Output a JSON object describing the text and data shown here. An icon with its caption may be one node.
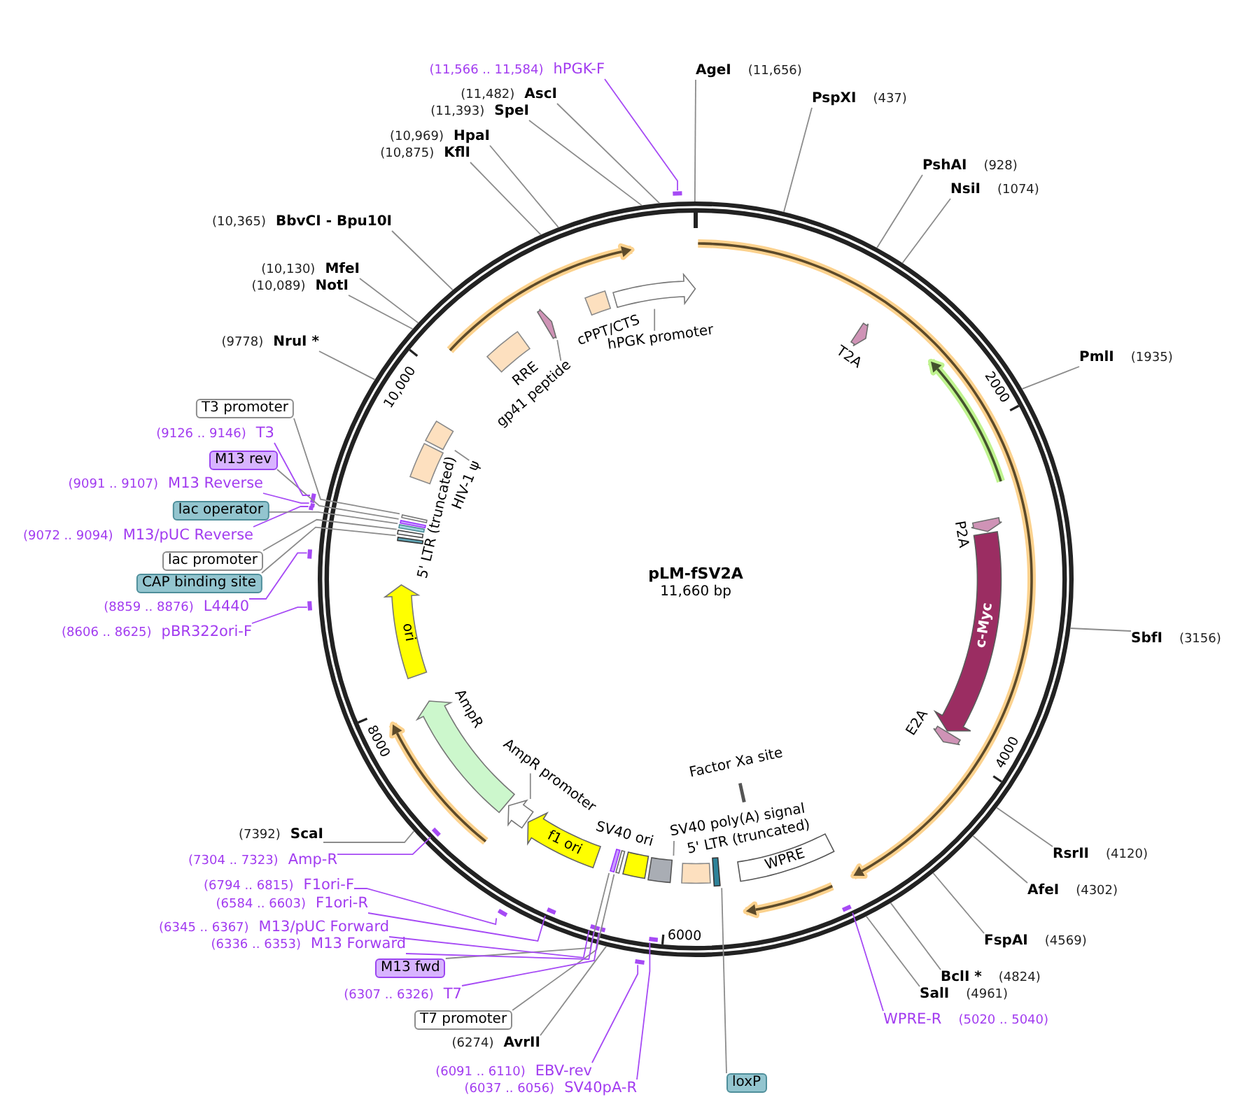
{
  "diagram": {
    "title": "pLM-fSV2A",
    "nodes": [
      {
        "text": [
          "AgeI",
          "(11,656)"
        ]
      },
      {
        "text": [
          "PspXI",
          "(437)"
        ]
      },
      {
        "text": [
          "PshAI",
          "(928)"
        ]
      },
      {
        "text": [
          "NsiI",
          "(1074)"
        ]
      },
      {
        "text": [
          "PmlI",
          "(1935)"
        ]
      },
      {
        "text": [
          "SbfI",
          "(3156)"
        ]
      },
      {
        "text": [
          "RsrII",
          "(4120)"
        ]
      },
      {
        "text": [
          "AfeI",
          "(4302)"
        ]
      },
      {
        "text": [
          "FspAI",
          "(4569)"
        ]
      },
      {
        "text": [
          "BclI *",
          "(4824)"
        ]
      },
      {
        "text": [
          "SalI",
          "(4961)"
        ]
      },
      {
        "text": [
          "WPRE-R",
          "(5020 .. 5040)"
        ]
      },
      {
        "text": [
          "loxP"
        ]
      },
      {
        "text": [
          "(6037 .. 6056)",
          "SV40pA-R"
        ]
      },
      {
        "text": [
          "(6091 .. 6110)",
          "EBV-rev"
        ]
      },
      {
        "text": [
          "(6274)",
          "AvrII"
        ]
      },
      {
        "text": [
          "T7 promoter"
        ]
      },
      {
        "text": [
          "(6307 .. 6326)",
          "T7"
        ]
      },
      {
        "text": [
          "M13 fwd"
        ]
      },
      {
        "text": [
          "(6336 .. 6353)",
          "M13 Forward"
        ]
      },
      {
        "text": [
          "(6345 .. 6367)",
          "M13/pUC Forward"
        ]
      },
      {
        "text": [
          "(6584 .. 6603)",
          "F1ori-R"
        ]
      },
      {
        "text": [
          "(6794 .. 6815)",
          "F1ori-F"
        ]
      },
      {
        "text": [
          "(7304 .. 7323)",
          "Amp-R"
        ]
      },
      {
        "text": [
          "(7392)",
          "ScaI"
        ]
      },
      {
        "text": [
          "(8606 .. 8625)",
          "pBR322ori-F"
        ]
      },
      {
        "text": [
          "(8859 .. 8876)",
          "L4440"
        ]
      },
      {
        "text": [
          "CAP binding site"
        ]
      },
      {
        "text": [
          "lac promoter"
        ]
      },
      {
        "text": [
          "(9072 .. 9094)",
          "M13/pUC Reverse"
        ]
      },
      {
        "text": [
          "lac operator"
        ]
      },
      {
        "text": [
          "(9091 .. 9107)",
          "M13 Reverse"
        ]
      },
      {
        "text": [
          "M13 rev"
        ]
      },
      {
        "text": [
          "(9126 .. 9146)",
          "T3"
        ]
      },
      {
        "text": [
          "T3 promoter"
        ]
      },
      {
        "text": [
          "(9778)",
          "NruI *"
        ]
      },
      {
        "text": [
          "(10,089)",
          "NotI"
        ]
      },
      {
        "text": [
          "(10,130)",
          "MfeI"
        ]
      },
      {
        "text": [
          "(10,365)",
          "BbvCI - Bpu10I"
        ]
      },
      {
        "text": [
          "(10,875)",
          "KflI"
        ]
      },
      {
        "text": [
          "(10,969)",
          "HpaI"
        ]
      },
      {
        "text": [
          "(11,393)",
          "SpeI"
        ]
      },
      {
        "text": [
          "(11,482)",
          "AscI"
        ]
      },
      {
        "text": [
          "(11,566 .. 11,584)",
          "hPGK-F"
        ]
      },
      {
        "text": [],
        "shape": "circle"
      },
      {
        "text": [],
        "shape": "arrow",
        "in": 44
      },
      {
        "text": [
          "hPGK promoter"
        ],
        "in": 44
      },
      {
        "text": [],
        "shape": "arrow",
        "beside": [
          "T2A"
        ],
        "in": 44
      },
      {
        "text": [],
        "shape": "arrow",
        "beside": [
          "P2A"
        ],
        "in": 44
      },
      {
        "text": [
          "c-Myc"
        ],
        "in": 44
      },
      {
        "text": [],
        "shape": "arrow",
        "beside": [
          "E2A"
        ],
        "in": 44
      },
      {
        "text": [
          "WPRE"
        ],
        "in": 44
      },
      {
        "text": [],
        "shape": "bar",
        "beside": [
          "Factor Xa site"
        ],
        "in": 44
      },
      {
        "text": [],
        "shape": "bar",
        "in": 44
      },
      {
        "text": [],
        "shape": "box",
        "in": 44
      },
      {
        "text": [],
        "shape": "box",
        "in": 44
      },
      {
        "text": [
          "SV40 poly(A) signal"
        ],
        "in": 44
      },
      {
        "text": [],
        "shape": "box",
        "beside": [
          "SV40 ori"
        ],
        "in": 44
      },
      {
        "text": [],
        "shape": "bar",
        "in": 44
      },
      {
        "text": [],
        "shape": "bar",
        "in": 44
      },
      {
        "text": [
          "f1 ori"
        ],
        "in": 44
      },
      {
        "text": [],
        "shape": "arrow",
        "in": 44
      },
      {
        "text": [
          "AmpR promoter"
        ],
        "in": 44
      },
      {
        "text": [],
        "shape": "arrow",
        "beside": [
          "AmpR"
        ],
        "in": 44
      },
      {
        "text": [
          "ori"
        ],
        "in": 44
      },
      {
        "text": [],
        "shape": "bar",
        "in": 44
      },
      {
        "text": [],
        "shape": "bar",
        "in": 44
      },
      {
        "text": [],
        "shape": "bar",
        "in": 44
      },
      {
        "text": [],
        "shape": "bar",
        "in": 44
      },
      {
        "text": [],
        "shape": "bar",
        "in": 44
      },
      {
        "text": [],
        "shape": "box",
        "beside": [
          "5' LTR (truncated)"
        ],
        "in": 44
      },
      {
        "text": [],
        "shape": "box",
        "in": 44
      },
      {
        "text": [
          "HIV-1 ψ"
        ],
        "in": 44
      },
      {
        "text": [],
        "shape": "box",
        "beside": [
          "RRE"
        ],
        "in": 44
      },
      {
        "text": [],
        "shape": "arrow",
        "in": 44
      },
      {
        "text": [
          "gp41 peptide"
        ],
        "in": 44
      },
      {
        "text": [],
        "shape": "box",
        "beside": [
          "cPPT/CTS"
        ],
        "in": 44
      },
      {
        "text": [],
        "shape": "bar",
        "in": 44
      },
      {
        "text": [],
        "shape": "bar",
        "in": 44
      },
      {
        "text": [],
        "shape": "bar"
      },
      {
        "text": [],
        "shape": "bar",
        "in": 44
      },
      {
        "text": [],
        "shape": "bar",
        "in": 44
      },
      {
        "text": [],
        "shape": "bar",
        "in": 44
      },
      {
        "text": [],
        "shape": "bar",
        "in": 44
      },
      {
        "text": [],
        "shape": "bar",
        "in": 44
      },
      {
        "text": [],
        "shape": "bar",
        "in": 44
      },
      {
        "text": [],
        "shape": "bar"
      },
      {
        "text": [],
        "shape": "bar"
      },
      {
        "text": [],
        "shape": "bar"
      },
      {
        "text": [],
        "shape": "bar"
      },
      {
        "text": [],
        "shape": "bar"
      },
      {
        "text": [],
        "shape": "bar"
      }
    ],
    "edges": [
      {
        "from": 0,
        "to": 44,
        "arrow": "none"
      },
      {
        "from": 1,
        "to": 44,
        "arrow": "none"
      },
      {
        "from": 2,
        "to": 44,
        "arrow": "none"
      },
      {
        "from": 3,
        "to": 44,
        "arrow": "none"
      },
      {
        "from": 4,
        "to": 44,
        "arrow": "none"
      },
      {
        "from": 5,
        "to": 44,
        "arrow": "none"
      },
      {
        "from": 6,
        "to": 44,
        "arrow": "none"
      },
      {
        "from": 7,
        "to": 44,
        "arrow": "none"
      },
      {
        "from": 8,
        "to": 44,
        "arrow": "none"
      },
      {
        "from": 9,
        "to": 44,
        "arrow": "none"
      },
      {
        "from": 10,
        "to": 44,
        "arrow": "none"
      },
      {
        "from": 11,
        "to": 77,
        "arrow": "none",
        "color": "#a64af5"
      },
      {
        "from": 12,
        "to": 53,
        "arrow": "none"
      },
      {
        "from": 13,
        "to": 78,
        "arrow": "none",
        "color": "#a64af5"
      },
      {
        "from": 14,
        "to": 79,
        "arrow": "none",
        "color": "#a64af5"
      },
      {
        "from": 15,
        "to": 44,
        "arrow": "none"
      },
      {
        "from": 16,
        "to": 58,
        "arrow": "none"
      },
      {
        "from": 17,
        "to": 80,
        "arrow": "none",
        "color": "#a64af5"
      },
      {
        "from": 18,
        "to": 59,
        "arrow": "none"
      },
      {
        "from": 19,
        "to": 81,
        "arrow": "none",
        "color": "#a64af5"
      },
      {
        "from": 20,
        "to": 82,
        "arrow": "none",
        "color": "#a64af5"
      },
      {
        "from": 21,
        "to": 83,
        "arrow": "none",
        "color": "#a64af5"
      },
      {
        "from": 22,
        "to": 84,
        "arrow": "none",
        "color": "#a64af5"
      },
      {
        "from": 23,
        "to": 85,
        "arrow": "none",
        "color": "#a64af5"
      },
      {
        "from": 24,
        "to": 44,
        "arrow": "none"
      },
      {
        "from": 25,
        "to": 86,
        "arrow": "none",
        "color": "#a64af5"
      },
      {
        "from": 26,
        "to": 87,
        "arrow": "none",
        "color": "#a64af5"
      },
      {
        "from": 27,
        "to": 65,
        "arrow": "none"
      },
      {
        "from": 28,
        "to": 66,
        "arrow": "none"
      },
      {
        "from": 29,
        "to": 88,
        "arrow": "none",
        "color": "#a64af5"
      },
      {
        "from": 30,
        "to": 67,
        "arrow": "none"
      },
      {
        "from": 31,
        "to": 89,
        "arrow": "none",
        "color": "#a64af5"
      },
      {
        "from": 32,
        "to": 68,
        "arrow": "none"
      },
      {
        "from": 33,
        "to": 90,
        "arrow": "none",
        "color": "#a64af5"
      },
      {
        "from": 34,
        "to": 69,
        "arrow": "none"
      },
      {
        "from": 35,
        "to": 44,
        "arrow": "none"
      },
      {
        "from": 36,
        "to": 44,
        "arrow": "none"
      },
      {
        "from": 37,
        "to": 44,
        "arrow": "none"
      },
      {
        "from": 38,
        "to": 44,
        "arrow": "none"
      },
      {
        "from": 39,
        "to": 44,
        "arrow": "none"
      },
      {
        "from": 40,
        "to": 44,
        "arrow": "none"
      },
      {
        "from": 41,
        "to": 44,
        "arrow": "none"
      },
      {
        "from": 42,
        "to": 44,
        "arrow": "none"
      },
      {
        "from": 43,
        "to": 91,
        "arrow": "none",
        "color": "#a64af5"
      },
      {
        "from": 46,
        "to": 45,
        "arrow": "none"
      },
      {
        "from": 56,
        "to": 55,
        "arrow": "none"
      },
      {
        "from": 62,
        "to": 61,
        "arrow": "none"
      },
      {
        "from": 72,
        "to": 71,
        "arrow": "none"
      },
      {
        "from": 75,
        "to": 74,
        "arrow": "none"
      }
    ],
    "labels": [
      "11,660 bp",
      "2000",
      "4000",
      "6000",
      "8000",
      "10,000",
      "5' LTR (truncated)"
    ]
  }
}
